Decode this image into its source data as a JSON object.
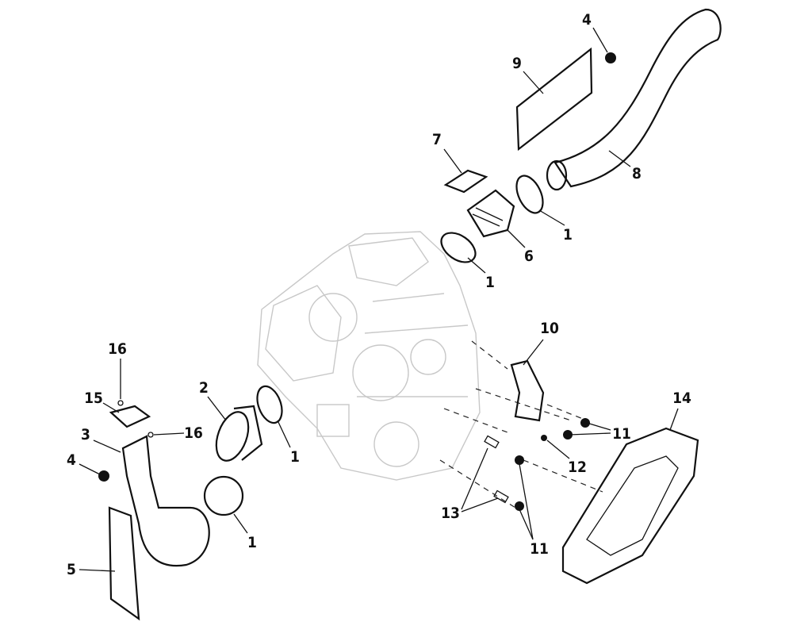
{
  "diagram": {
    "callouts": [
      {
        "id": "c1",
        "number": "4"
      },
      {
        "id": "c2",
        "number": "9"
      },
      {
        "id": "c3",
        "number": "7"
      },
      {
        "id": "c4",
        "number": "8"
      },
      {
        "id": "c5",
        "number": "1"
      },
      {
        "id": "c6",
        "number": "6"
      },
      {
        "id": "c7",
        "number": "1"
      },
      {
        "id": "c8",
        "number": "10"
      },
      {
        "id": "c9",
        "number": "16"
      },
      {
        "id": "c10",
        "number": "14"
      },
      {
        "id": "c11",
        "number": "15"
      },
      {
        "id": "c12",
        "number": "2"
      },
      {
        "id": "c13",
        "number": "3"
      },
      {
        "id": "c14",
        "number": "16"
      },
      {
        "id": "c15",
        "number": "11"
      },
      {
        "id": "c16",
        "number": "1"
      },
      {
        "id": "c17",
        "number": "4"
      },
      {
        "id": "c18",
        "number": "12"
      },
      {
        "id": "c19",
        "number": "13"
      },
      {
        "id": "c20",
        "number": "1"
      },
      {
        "id": "c21",
        "number": "11"
      },
      {
        "id": "c22",
        "number": "5"
      }
    ]
  }
}
